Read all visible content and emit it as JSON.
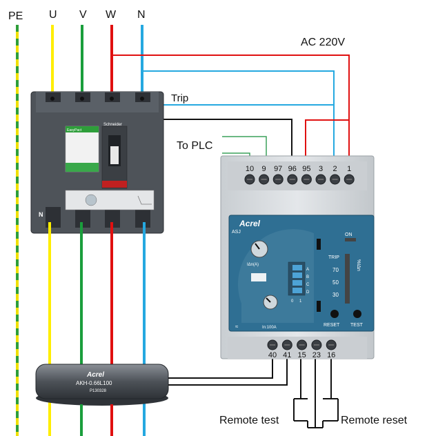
{
  "phase_labels": {
    "pe": "PE",
    "u": "U",
    "v": "V",
    "w": "W",
    "n": "N"
  },
  "supply_label": "AC 220V",
  "trip_label": "Trip",
  "plc_label": "To  PLC",
  "remote_test_label": "Remote test",
  "remote_reset_label": "Remote reset",
  "breaker": {
    "brand": "Schneider",
    "series": "EasyPact",
    "n_mark": "N"
  },
  "relay": {
    "top_terminals": [
      "10",
      "9",
      "97",
      "96",
      "95",
      "3",
      "2",
      "1"
    ],
    "bottom_terminals": [
      "40",
      "41",
      "15",
      "23",
      "16"
    ],
    "brand": "Acrel",
    "model": "ASJ",
    "on_label": "ON",
    "trip_label": "TRIP",
    "scale": [
      "70",
      "50",
      "30"
    ],
    "scale_unit": "%IΔn",
    "current_knob_label": "IΔn(A)",
    "switch_letters": [
      "A",
      "B",
      "C",
      "D"
    ],
    "switch_values": [
      "0",
      "1"
    ],
    "ct_rating": "In:100A",
    "reset_button": "RESET",
    "test_button": "TEST"
  },
  "ct": {
    "brand": "Acrel",
    "model": "AKH-0.66L100",
    "serial": "P130328"
  },
  "colors": {
    "pe": "#f0e000",
    "pe_stripe": "#2e9e3a",
    "u": "#ffee00",
    "v": "#1a9e3c",
    "w": "#e01010",
    "n": "#25a8e0",
    "control": "#111111",
    "plc": "#3aa05a",
    "relay_body": "#d8dcdf",
    "relay_face": "#2f6f93",
    "breaker_body": "#4e5359"
  }
}
